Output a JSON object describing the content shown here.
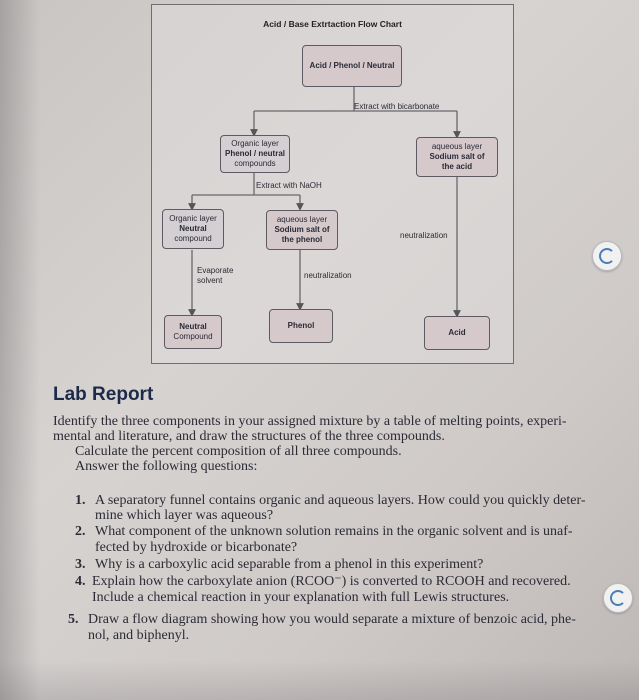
{
  "chart": {
    "title": "Acid / Base Extrtaction Flow Chart",
    "top_box": "Acid / Phenol / Neutral",
    "step_bicarbonate": "Extract with bicarbonate",
    "organic1": [
      "Organic layer",
      "Phenol / neutral",
      "compounds"
    ],
    "aqueous1": [
      "aqueous layer",
      "Sodium salt of",
      "the acid"
    ],
    "step_naoh": "Extract with NaOH",
    "organic2": [
      "Organic layer",
      "Neutral",
      "compound"
    ],
    "aqueous2": [
      "aqueous layer",
      "Sodium salt of",
      "the phenol"
    ],
    "neutralization_right": "neutralization",
    "evaporate": [
      "Evaporate",
      "solvent"
    ],
    "neutralization_mid": "neutralization",
    "neutral_box": [
      "Neutral",
      "Compound"
    ],
    "phenol_box": "Phenol",
    "acid_box": "Acid"
  },
  "report": {
    "heading": "Lab Report",
    "intro_lines": [
      "Identify the three components in your assigned mixture by a table of melting points, experi-",
      "mental and literature, and draw the structures of the three compounds.",
      "Calculate the percent composition of all three compounds.",
      "Answer the following questions:"
    ],
    "questions": [
      {
        "num": "1.",
        "lines": [
          "A separatory funnel contains organic and aqueous layers. How could you quickly deter-",
          "mine which layer was aqueous?"
        ]
      },
      {
        "num": "2.",
        "lines": [
          "What component of the unknown solution remains in the organic solvent and is unaf-",
          "fected by hydroxide or bicarbonate?"
        ]
      },
      {
        "num": "3.",
        "lines": [
          "Why is a carboxylic acid separable from a phenol in this experiment?"
        ]
      },
      {
        "num": "4.",
        "lines": [
          "Explain how the carboxylate anion (RCOO⁻) is converted to RCOOH and recovered.",
          "Include a chemical reaction in your explanation with full Lewis structures."
        ]
      },
      {
        "num": "5.",
        "lines": [
          "Draw a flow diagram showing how you would separate a mixture of benzoic acid, phe-",
          "nol, and biphenyl."
        ]
      }
    ]
  }
}
